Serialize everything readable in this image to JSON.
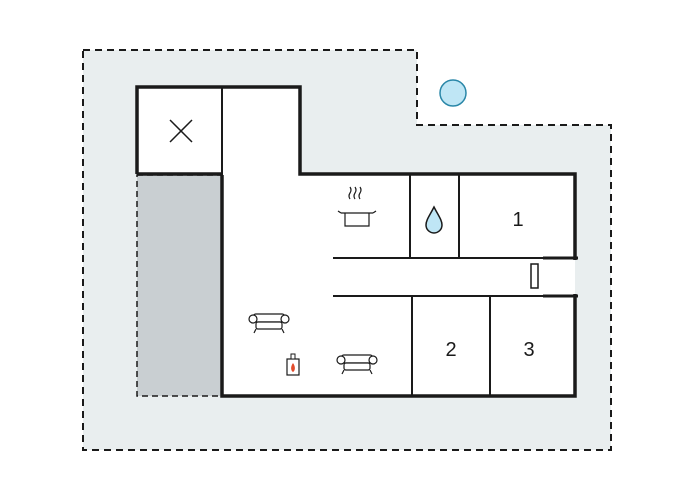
{
  "floorplan": {
    "rooms": [
      {
        "id": "bedroom-1",
        "label": "1"
      },
      {
        "id": "bedroom-2",
        "label": "2"
      },
      {
        "id": "bedroom-3",
        "label": "3"
      }
    ],
    "icons": {
      "storage": "cross-icon",
      "kitchen": "cooking-pot-icon",
      "bathroom": "water-drop-icon",
      "living_sofa_1": "sofa-icon",
      "living_sofa_2": "sofa-icon",
      "fireplace": "fireplace-icon",
      "door": "door-icon",
      "pool": "pool-icon"
    },
    "colors": {
      "plot_fill": "#e9eeef",
      "interior": "#ffffff",
      "wall": "#1a1a1a",
      "terrace": "#c9cfd2",
      "pool": "#bfe6f5",
      "pool_stroke": "#2a87a8",
      "water": "#bfe6f5",
      "fire": "#e24b2b"
    }
  }
}
